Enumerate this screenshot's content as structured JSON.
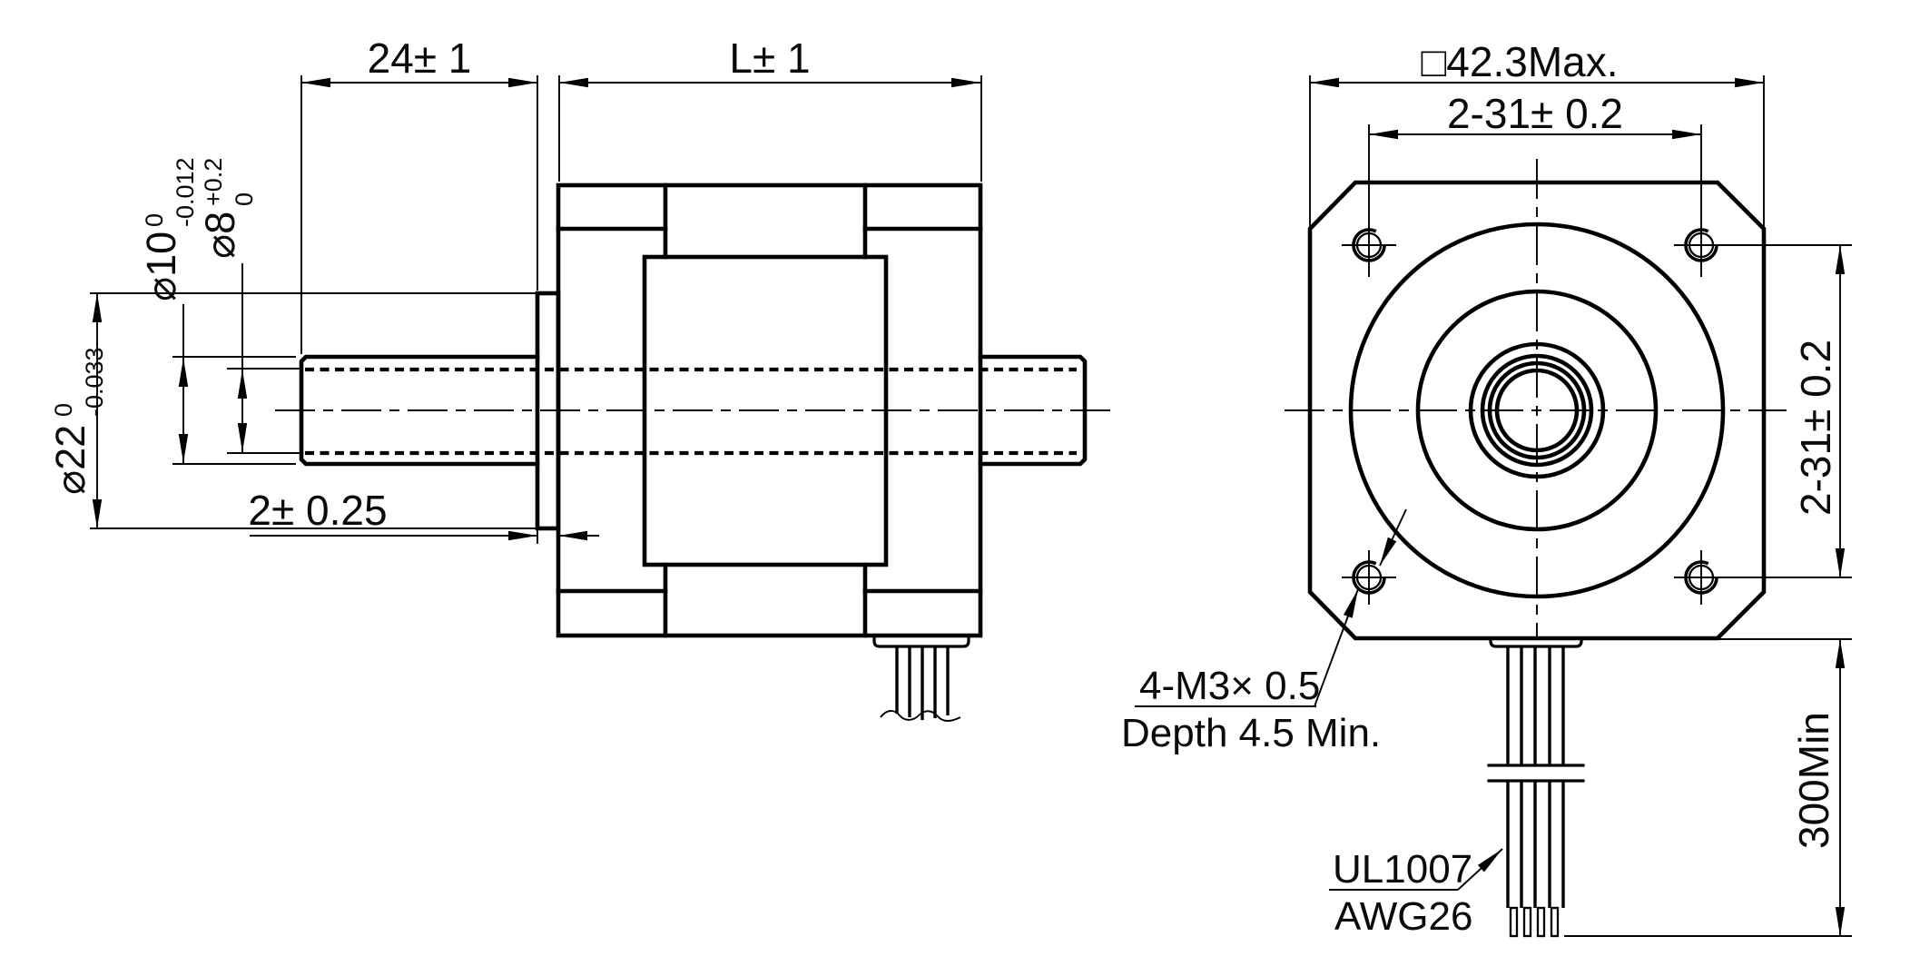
{
  "title": "Stepper motor outline drawing",
  "colors": {
    "background": "#ffffff",
    "line": "#000000"
  },
  "side": {
    "shaft_length": "24± 1",
    "body_length": "L± 1",
    "boss_thickness": "2± 0.25",
    "shaft_dia_main": "⌀10",
    "shaft_dia_sup": "0",
    "shaft_dia_sub": "-0.012",
    "screw_dia_main": "⌀8",
    "screw_dia_sup": "+0.2",
    "screw_dia_sub": "0",
    "boss_dia_main": "⌀22",
    "boss_dia_sup": "0",
    "boss_dia_sub": "-0.033"
  },
  "front": {
    "body_width": "□42.3Max.",
    "hole_pitch_horizontal": "2-31± 0.2",
    "hole_pitch_vertical": "2-31± 0.2",
    "lead_length": "300Min",
    "mounting_callout_line1": "4-M3× 0.5",
    "mounting_callout_line2": "Depth 4.5 Min.",
    "wire_callout_line1": "UL1007",
    "wire_callout_line2": "AWG26"
  }
}
